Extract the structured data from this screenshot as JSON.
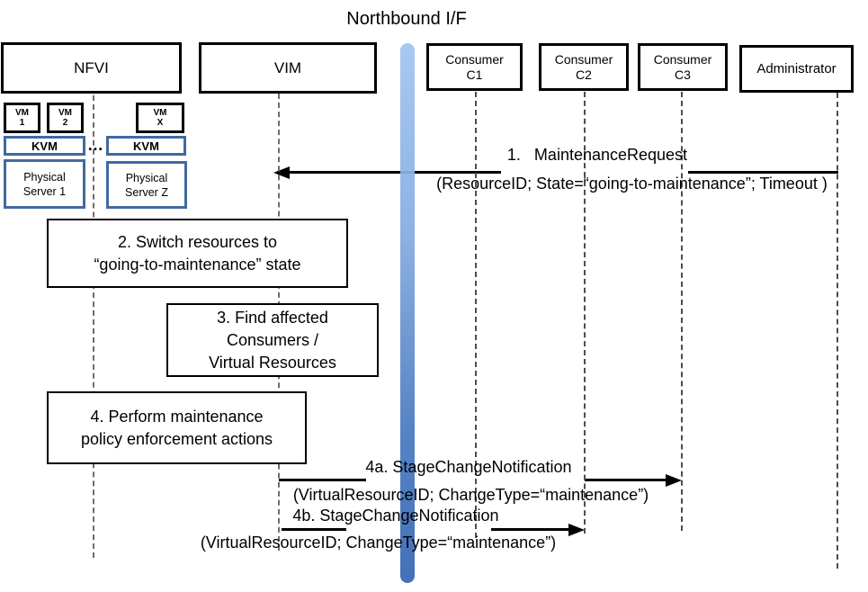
{
  "title": "Northbound I/F",
  "actors": {
    "nfvi": {
      "label": "NFVI"
    },
    "vim": {
      "label": "VIM"
    },
    "c1": {
      "line1": "Consumer",
      "line2": "C1"
    },
    "c2": {
      "line1": "Consumer",
      "line2": "C2"
    },
    "c3": {
      "line1": "Consumer",
      "line2": "C3"
    },
    "admin": {
      "label": "Administrator"
    }
  },
  "nfvi_detail": {
    "vm1": {
      "line1": "VM",
      "line2": "1"
    },
    "vm2": {
      "line1": "VM",
      "line2": "2"
    },
    "vmx": {
      "line1": "VM",
      "line2": "X"
    },
    "kvm1": {
      "label": "KVM"
    },
    "kvm2": {
      "label": "KVM"
    },
    "ellipsis": "…",
    "server1": {
      "line1": "Physical",
      "line2": "Server 1"
    },
    "serverz": {
      "line1": "Physical",
      "line2": "Server Z"
    }
  },
  "messages": {
    "m1": {
      "title": "1.   MaintenanceRequest",
      "params": "(ResourceID; State=“going-to-maintenance”; Timeout )",
      "from": "Administrator",
      "to": "VIM"
    },
    "m4a": {
      "title": "4a. StageChangeNotification",
      "params": "(VirtualResourceID; ChangeType=“maintenance”)",
      "from": "VIM",
      "to": "Consumer C3"
    },
    "m4b": {
      "title": "4b. StageChangeNotification",
      "params": "(VirtualResourceID; ChangeType=“maintenance”)",
      "from": "VIM",
      "to": "Consumer C2"
    }
  },
  "activities": {
    "a2": {
      "line1": "2. Switch resources to",
      "line2": "“going-to-maintenance” state"
    },
    "a3": {
      "line1": "3. Find affected",
      "line2": "Consumers /",
      "line3": "Virtual Resources"
    },
    "a4": {
      "line1": "4. Perform maintenance",
      "line2": "policy enforcement actions"
    }
  },
  "colors": {
    "accent_blue_border": "#41699f",
    "bar_gradient_top": "#9ec3ee",
    "bar_gradient_bottom": "#3b6cb5",
    "line_black": "#000000",
    "lifeline_gray": "#4d4d4d"
  }
}
